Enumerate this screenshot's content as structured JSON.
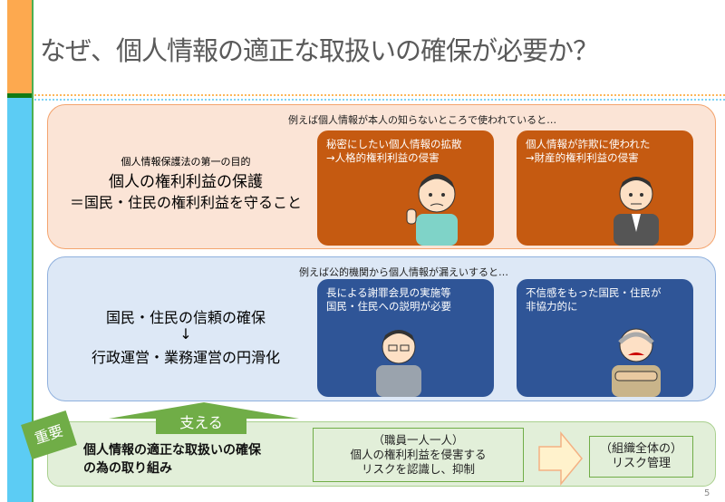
{
  "title": "なぜ、個人情報の適正な取扱いの確保が必要か？",
  "section1": {
    "caption": "例えば個人情報が本人の知らないところで使われていると…",
    "subtitle": "個人情報保護法の第一の目的",
    "main": "個人の権利利益の保護",
    "sub": "＝国民・住民の権利利益を守ること",
    "cards": [
      {
        "line1": "秘密にしたい個人情報の拡散",
        "line2": "→人格的権利利益の侵害"
      },
      {
        "line1": "個人情報が詐欺に使われた",
        "line2": "→財産的権利利益の侵害"
      }
    ]
  },
  "section2": {
    "caption": "例えば公的機関から個人情報が漏えいすると…",
    "line1": "国民・住民の信頼の確保",
    "arrow": "↓",
    "line2": "行政運営・業務運営の円滑化",
    "cards": [
      {
        "line1": "長による謝罪会見の実施等",
        "line2": "国民・住民への説明が必要"
      },
      {
        "line1": "不信感をもった国民・住民が",
        "line2": "非協力的に"
      }
    ]
  },
  "section3": {
    "tag": "重要",
    "support": "支える",
    "main1": "個人情報の適正な取扱いの確保",
    "main2": "の為の取り組み",
    "middle": [
      "（職員一人一人）",
      "個人の権利利益を侵害する",
      "リスクを認識し、抑制"
    ],
    "right": [
      "（組織全体の）",
      "リスク管理"
    ]
  },
  "page_number": "5"
}
